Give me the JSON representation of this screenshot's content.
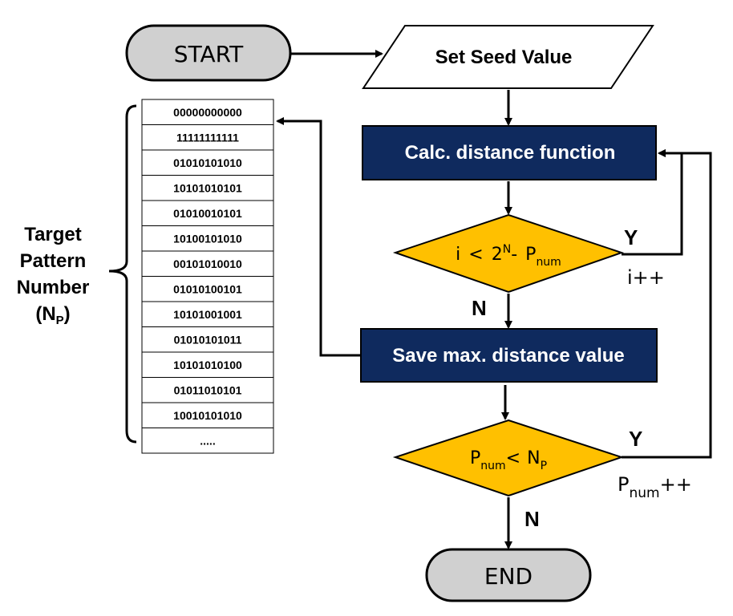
{
  "nodes": {
    "start": "START",
    "seed": "Set Seed Value",
    "calc": "Calc. distance function",
    "cond1": {
      "a": "i",
      "op": "<",
      "b": "2",
      "exp": "N",
      "minus": "-",
      "c": "P",
      "sub": "num"
    },
    "save": "Save max. distance value",
    "cond2": {
      "a": "P",
      "asub": "num",
      "op": "<",
      "b": "N",
      "bsub": "P"
    },
    "end": "END"
  },
  "labels": {
    "cond1_yes": "Y",
    "cond1_no": "N",
    "cond1_incr": "i++",
    "cond2_yes": "Y",
    "cond2_no": "N",
    "cond2_incr": {
      "base": "P",
      "sub": "num",
      "post": "++"
    }
  },
  "side_label": {
    "line1": "Target",
    "line2": "Pattern",
    "line3": "Number",
    "open": "(",
    "n": "N",
    "sub": "P",
    "close": ")"
  },
  "patterns": [
    "00000000000",
    "11111111111",
    "01010101010",
    "10101010101",
    "01010010101",
    "10100101010",
    "00101010010",
    "01010100101",
    "10101001001",
    "01010101011",
    "10101010100",
    "01011010101",
    "10010101010",
    "....."
  ],
  "colors": {
    "terminal_fill": "#d0d0d0",
    "process_fill": "#0f2a5e",
    "decision_fill": "#ffc000",
    "stroke": "#000000"
  }
}
